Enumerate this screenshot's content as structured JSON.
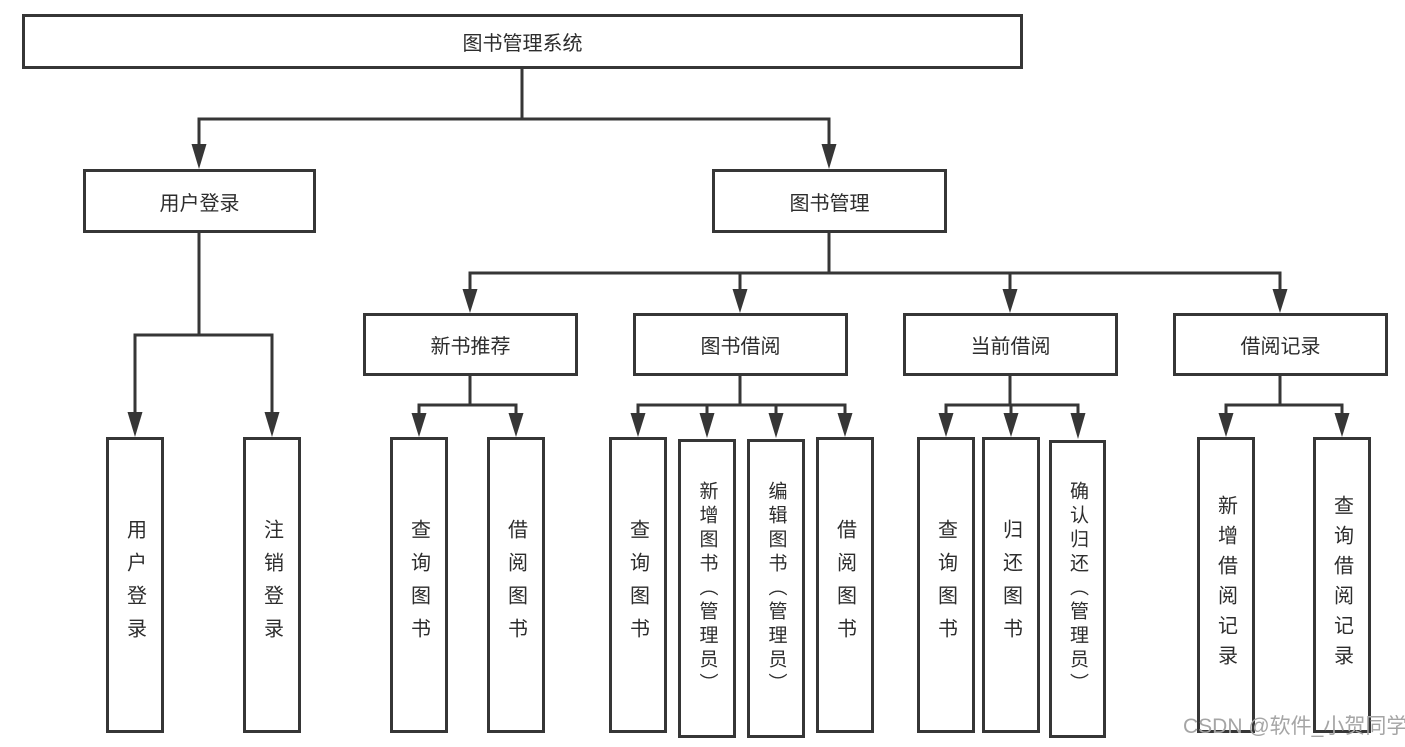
{
  "diagram": {
    "title": "图书管理系统",
    "colors": {
      "line": "#363636",
      "box_border": "#363636",
      "text": "#2d2d2d",
      "background": "#ffffff",
      "watermark": "#a5a5a5"
    },
    "root": {
      "label": "图书管理系统"
    },
    "level2": {
      "user_login": {
        "label": "用户登录"
      },
      "book_management": {
        "label": "图书管理"
      }
    },
    "level3": {
      "new_book_recommend": {
        "label": "新书推荐"
      },
      "book_borrow": {
        "label": "图书借阅"
      },
      "current_borrow": {
        "label": "当前借阅"
      },
      "borrow_record": {
        "label": "借阅记录"
      }
    },
    "leaves": {
      "user_login": {
        "label": "用户登录"
      },
      "logout": {
        "label": "注销登录"
      },
      "recommend_query_book": {
        "label": "查询图书"
      },
      "recommend_borrow_book": {
        "label": "借阅图书"
      },
      "borrow_query_book": {
        "label": "查询图书"
      },
      "borrow_add_book": {
        "label": "新增图书（管理员）"
      },
      "borrow_edit_book": {
        "label": "编辑图书（管理员）"
      },
      "borrow_borrow_book": {
        "label": "借阅图书"
      },
      "current_query_book": {
        "label": "查询图书"
      },
      "current_return_book": {
        "label": "归还图书"
      },
      "current_confirm_return": {
        "label": "确认归还（管理员）"
      },
      "record_add": {
        "label": "新增借阅记录"
      },
      "record_query": {
        "label": "查询借阅记录"
      }
    },
    "watermark": "CSDN @软件_小贺同学"
  }
}
